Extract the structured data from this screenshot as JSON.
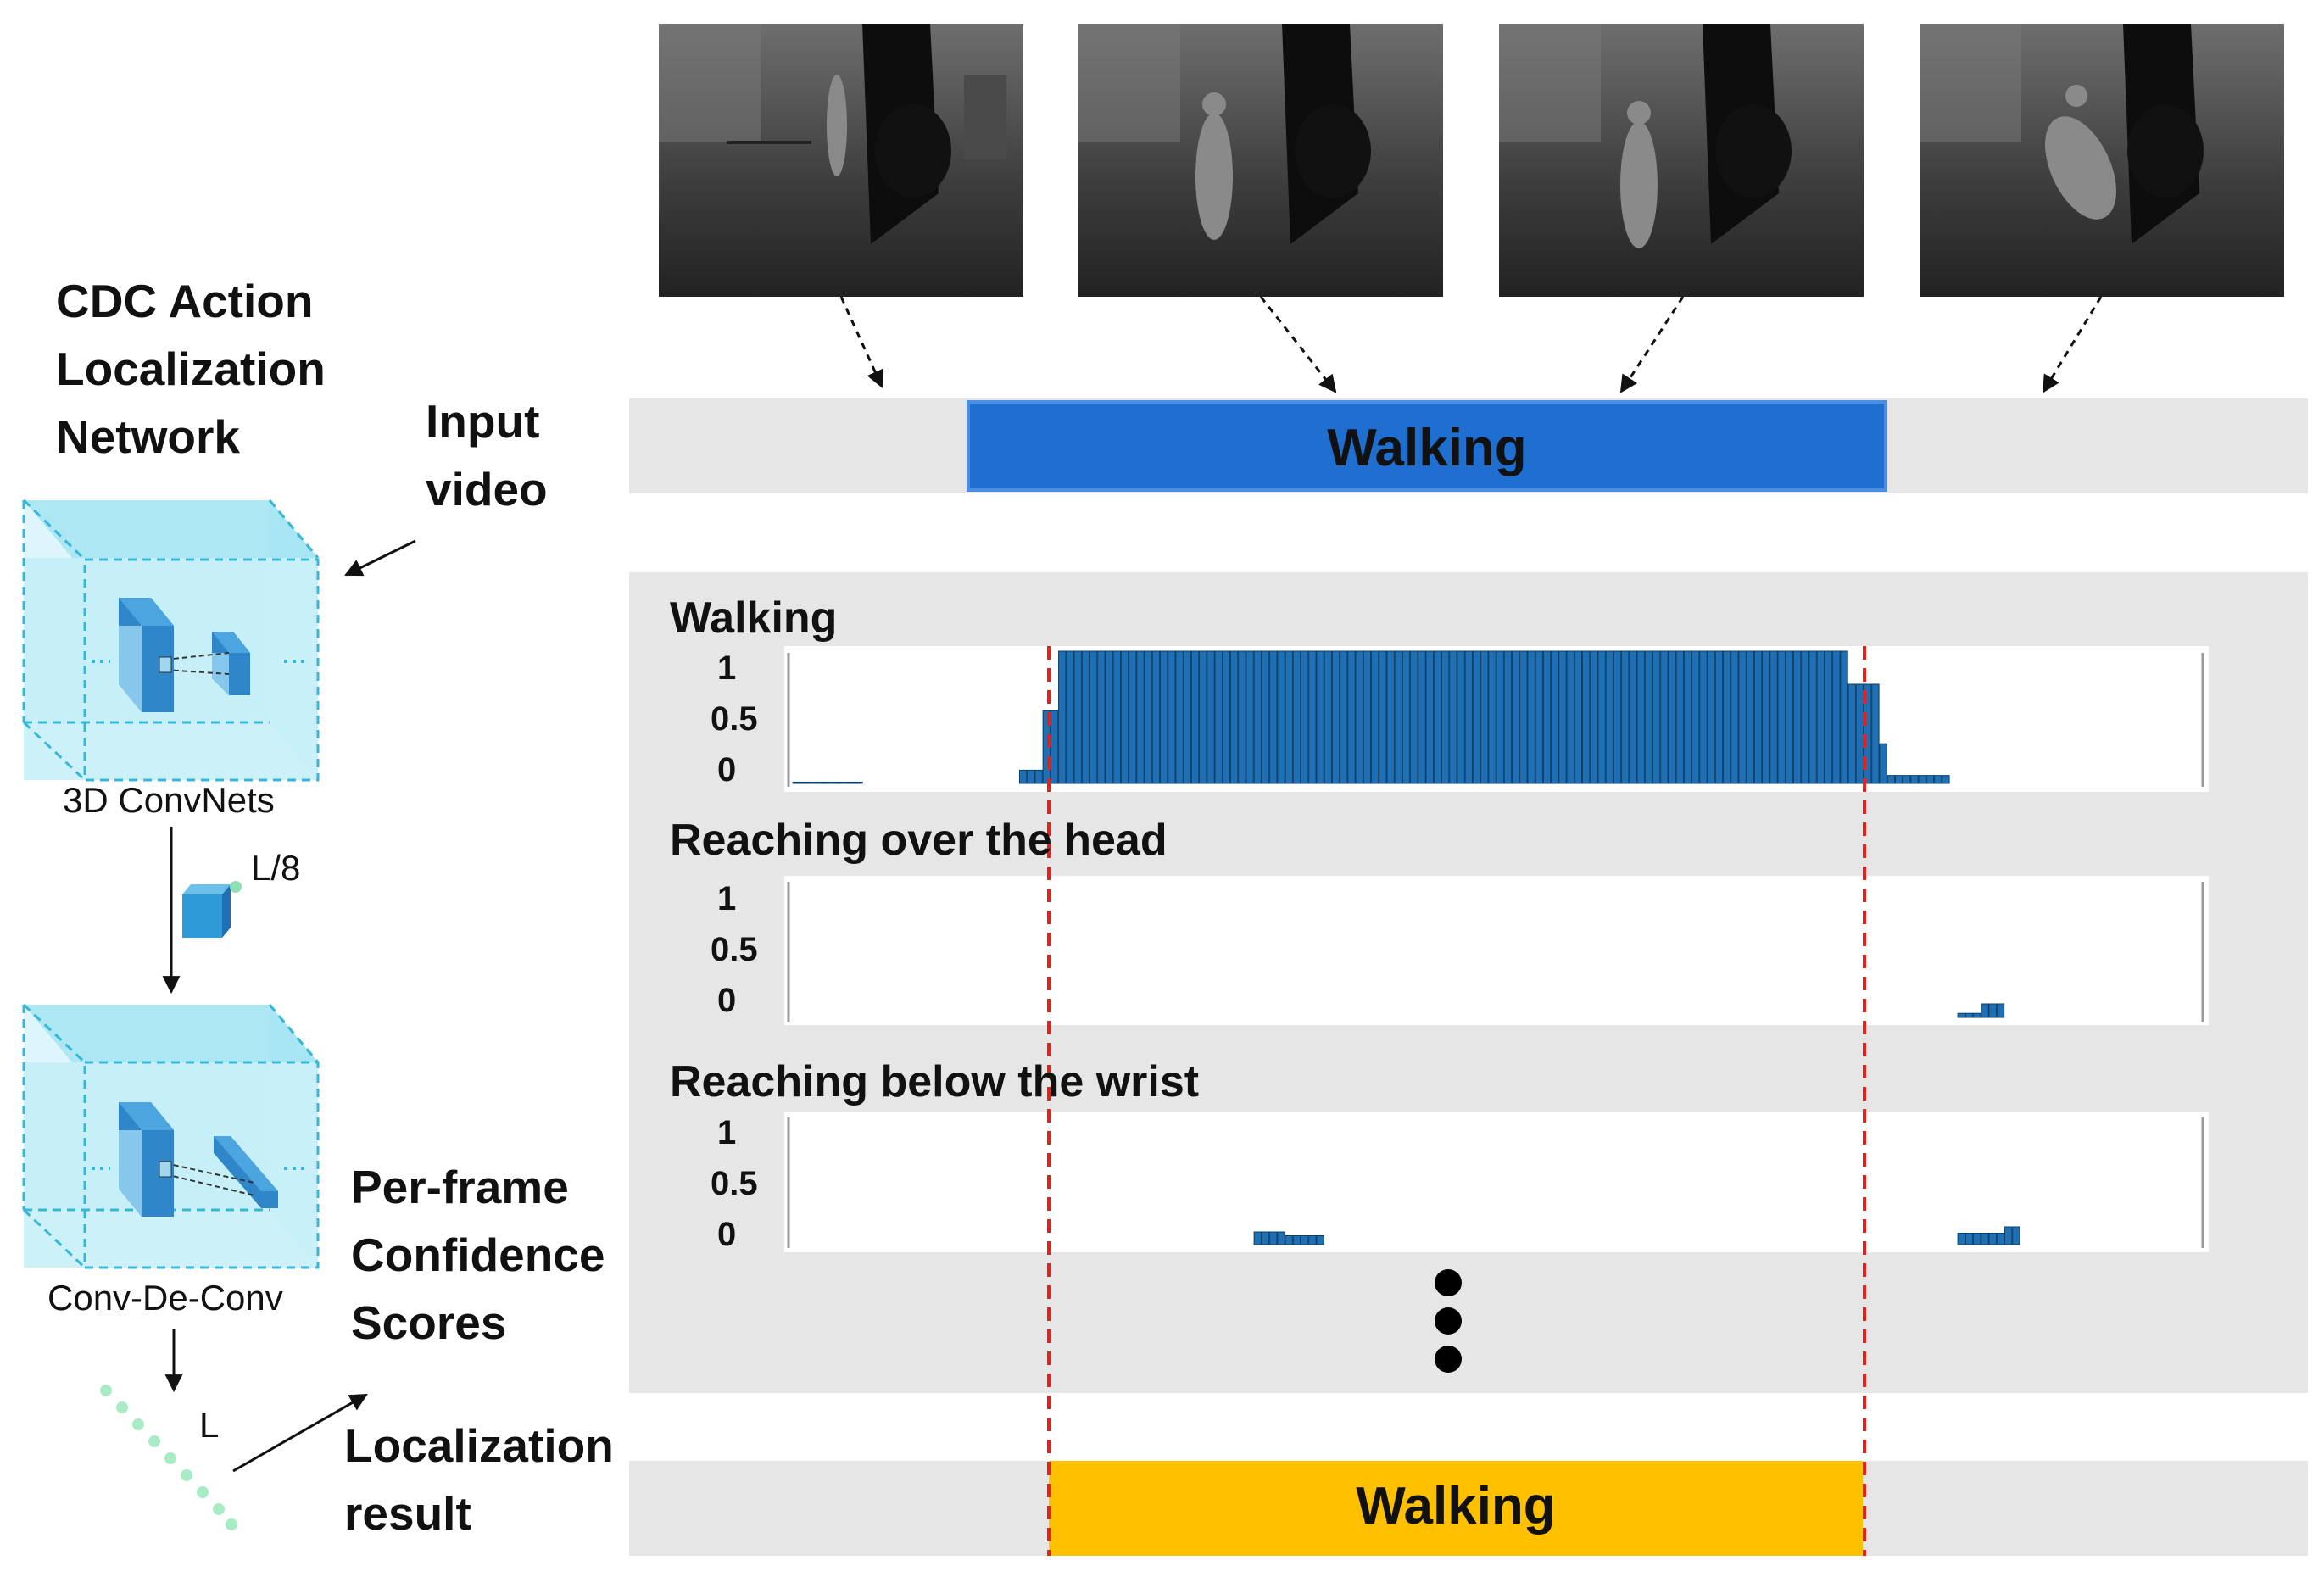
{
  "network": {
    "title_line1": "CDC Action",
    "title_line2": "Localization",
    "title_line3": "Network",
    "input_line1": "Input",
    "input_line2": "video",
    "convnet_label": "3D ConvNets",
    "downsample_label": "L/8",
    "cdc_label": "Conv-De-Conv",
    "output_label": "L",
    "scores_line1": "Per-frame",
    "scores_line2": "Confidence",
    "scores_line3": "Scores",
    "result_line1": "Localization",
    "result_line2": "result"
  },
  "ground_truth_label": "Walking",
  "result_label": "Walking",
  "colors": {
    "ground_truth_bar": "#1e6fd0",
    "result_bar": "#ffc000",
    "score_bar": "#1f6fb4",
    "boundary_line": "#e8201a",
    "panel_bg": "#e6e6e6"
  },
  "chart_data": [
    {
      "type": "bar",
      "title": "Walking",
      "ylim": [
        0,
        1
      ],
      "yticks": [
        "1",
        "0.5",
        "0"
      ],
      "segments": [
        {
          "from": 0.0,
          "to": 0.05,
          "value": 0.01
        },
        {
          "from": 0.16,
          "to": 0.18,
          "value": 0.1
        },
        {
          "from": 0.18,
          "to": 0.19,
          "value": 0.55
        },
        {
          "from": 0.19,
          "to": 0.75,
          "value": 1.0
        },
        {
          "from": 0.75,
          "to": 0.77,
          "value": 0.75
        },
        {
          "from": 0.77,
          "to": 0.78,
          "value": 0.3
        },
        {
          "from": 0.78,
          "to": 0.82,
          "value": 0.06
        }
      ]
    },
    {
      "type": "bar",
      "title": "Reaching over the head",
      "ylim": [
        0,
        1
      ],
      "yticks": [
        "1",
        "0.5",
        "0"
      ],
      "segments": [
        {
          "from": 0.83,
          "to": 0.845,
          "value": 0.03
        },
        {
          "from": 0.845,
          "to": 0.86,
          "value": 0.1
        }
      ]
    },
    {
      "type": "bar",
      "title": "Reaching below the wrist",
      "ylim": [
        0,
        1
      ],
      "yticks": [
        "1",
        "0.5",
        "0"
      ],
      "segments": [
        {
          "from": 0.33,
          "to": 0.35,
          "value": 0.1
        },
        {
          "from": 0.35,
          "to": 0.38,
          "value": 0.07
        },
        {
          "from": 0.83,
          "to": 0.86,
          "value": 0.09
        },
        {
          "from": 0.86,
          "to": 0.875,
          "value": 0.14
        }
      ]
    }
  ]
}
